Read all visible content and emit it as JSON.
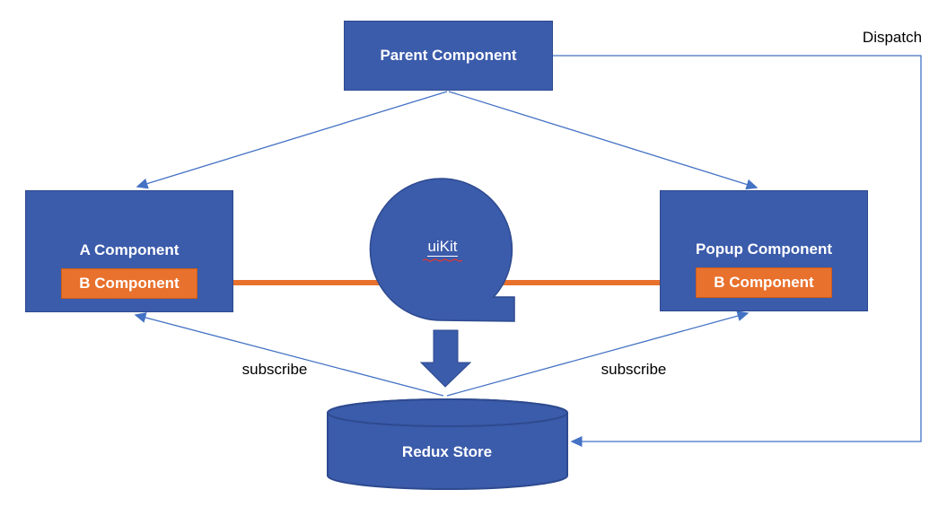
{
  "diagram": {
    "nodes": {
      "parent": {
        "label": "Parent Component"
      },
      "a": {
        "label": "A Component",
        "child_label": "B Component"
      },
      "popup": {
        "label": "Popup Component",
        "child_label": "B Component"
      },
      "uikit": {
        "label": "uiKit"
      },
      "store": {
        "label": "Redux Store"
      }
    },
    "edge_labels": {
      "dispatch": "Dispatch",
      "subscribe_left": "subscribe",
      "subscribe_right": "subscribe"
    },
    "colors": {
      "node_fill": "#3b5bab",
      "node_border": "#2e4a8f",
      "accent_orange": "#e8712d",
      "orange_border": "#cb5d16",
      "connector_blue": "#4472c4",
      "text_on_node": "#ffffff",
      "annotation_text": "#000000",
      "spellcheck_red": "#e03b30"
    }
  }
}
